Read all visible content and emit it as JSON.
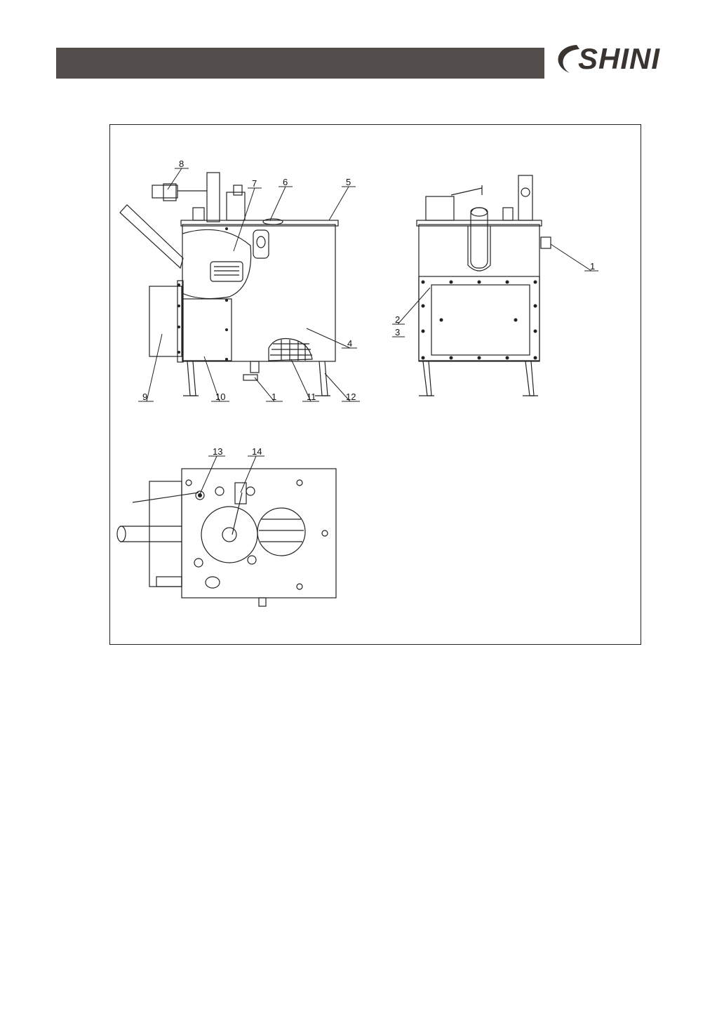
{
  "header": {
    "bar_color": "#524c4a",
    "logo_text": "SHINI"
  },
  "figure": {
    "callouts": {
      "front": [
        "8",
        "7",
        "6",
        "5",
        "4",
        "9",
        "10",
        "1",
        "11",
        "12"
      ],
      "side": [
        "1",
        "2",
        "3"
      ],
      "top": [
        "13",
        "14"
      ]
    }
  }
}
